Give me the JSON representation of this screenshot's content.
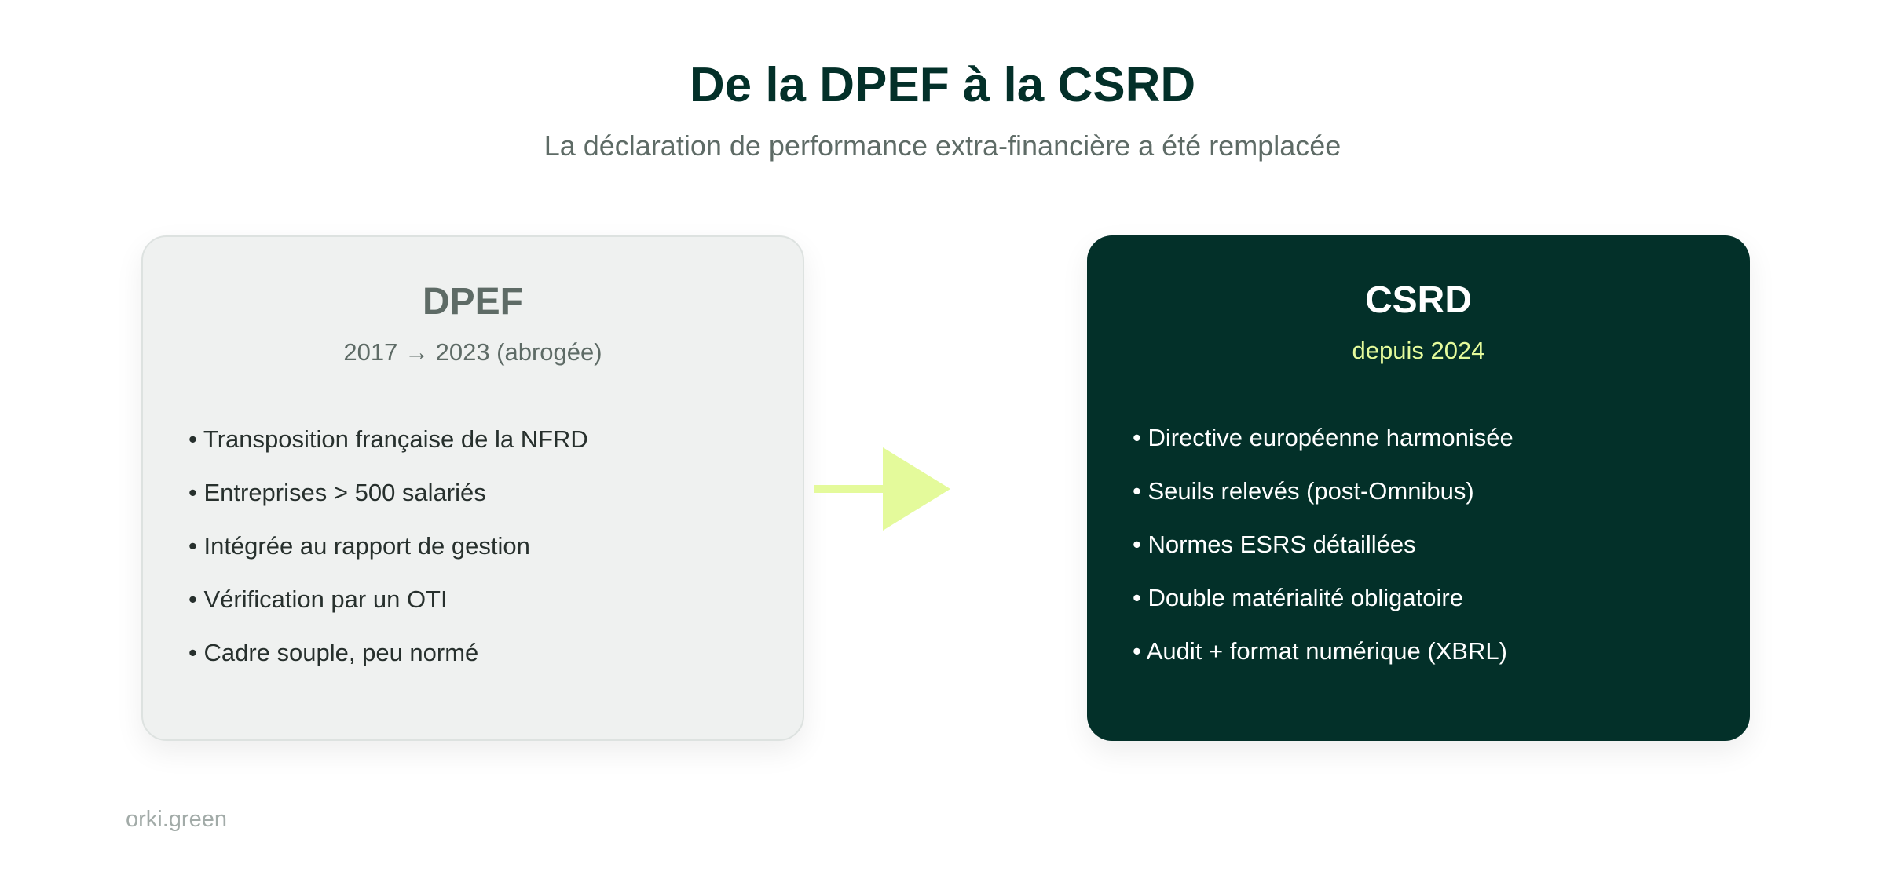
{
  "header": {
    "title": "De la DPEF à la CSRD",
    "subtitle": "La déclaration de performance extra-financière a été remplacée"
  },
  "cards": {
    "old": {
      "title": "DPEF",
      "period": "2017 → 2023 (abrogée)",
      "bullets": [
        "• Transposition française de la NFRD",
        "• Entreprises > 500 salariés",
        "• Intégrée au rapport de gestion",
        "• Vérification par un OTI",
        "• Cadre souple, peu normé"
      ]
    },
    "new": {
      "title": "CSRD",
      "period": "depuis 2024",
      "bullets": [
        "• Directive européenne harmonisée",
        "• Seuils relevés (post-Omnibus)",
        "• Normes ESRS détaillées",
        "• Double matérialité obligatoire",
        "• Audit + format numérique (XBRL)"
      ]
    }
  },
  "arrow": {
    "icon": "arrow-right-icon",
    "color": "#e4fa9b"
  },
  "footer": {
    "brand": "orki.green"
  },
  "colors": {
    "primary_dark": "#033029",
    "accent": "#e4fa9b",
    "muted": "#5e6b66",
    "old_card_bg": "#eff1f0"
  }
}
